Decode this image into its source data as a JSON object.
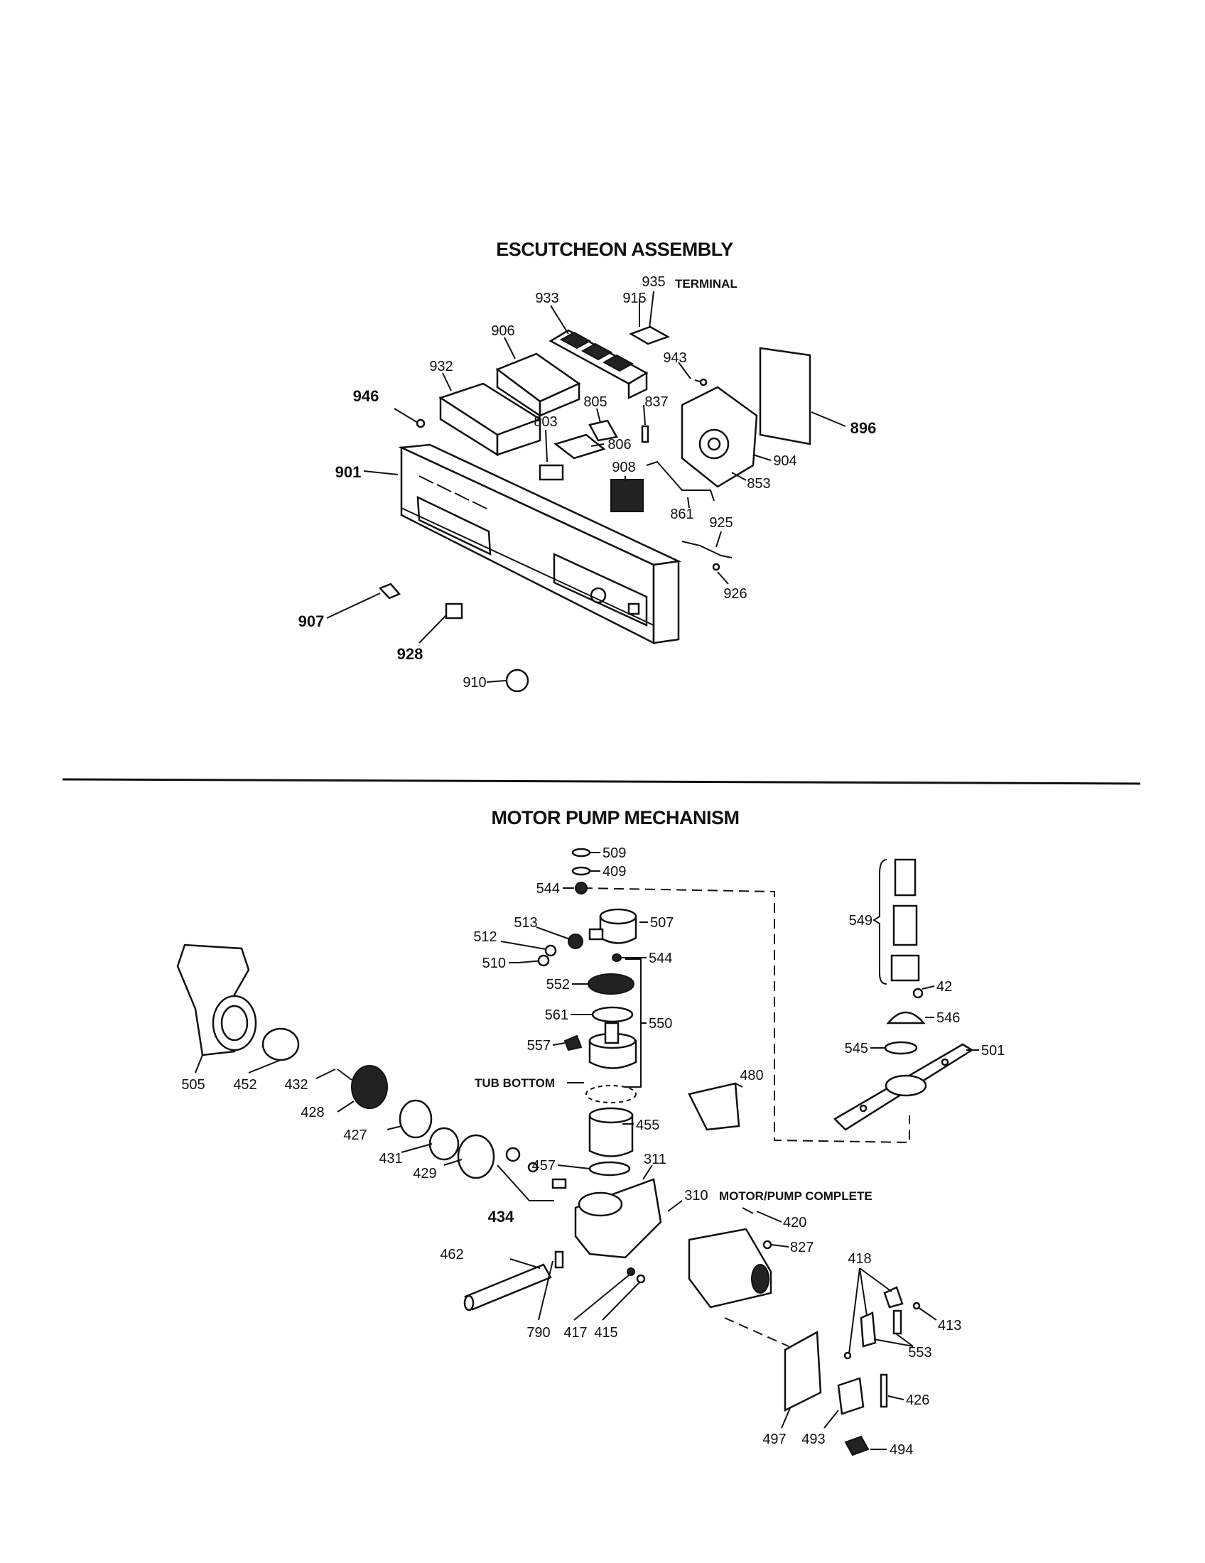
{
  "sections": {
    "escutcheon": {
      "title": "ESCUTCHEON ASSEMBLY",
      "terminal_note": "TERMINAL",
      "labels": {
        "p935": "935",
        "p915": "915",
        "p933": "933",
        "p906": "906",
        "p932": "932",
        "p946": "946",
        "p943": "943",
        "p896": "896",
        "p805": "805",
        "p837": "837",
        "p803": "803",
        "p806": "806",
        "p908": "908",
        "p904": "904",
        "p853": "853",
        "p901": "901",
        "p861": "861",
        "p925": "925",
        "p926": "926",
        "p907": "907",
        "p928": "928",
        "p910": "910"
      }
    },
    "motor_pump": {
      "title": "MOTOR PUMP MECHANISM",
      "tub_bottom_note": "TUB BOTTOM",
      "motor_complete_note": "MOTOR/PUMP COMPLETE",
      "labels": {
        "p509": "509",
        "p409": "409",
        "p544a": "544",
        "p507": "507",
        "p513": "513",
        "p512": "512",
        "p544b": "544",
        "p510": "510",
        "p552": "552",
        "p561": "561",
        "p550": "550",
        "p557": "557",
        "p549": "549",
        "p42": "42",
        "p546": "546",
        "p545": "545",
        "p501": "501",
        "p505": "505",
        "p452": "452",
        "p432": "432",
        "p428": "428",
        "p427": "427",
        "p431": "431",
        "p429": "429",
        "p480": "480",
        "p455": "455",
        "p457": "457",
        "p311": "311",
        "p310": "310",
        "p434": "434",
        "p420": "420",
        "p827": "827",
        "p462": "462",
        "p790": "790",
        "p417": "417",
        "p415": "415",
        "p418": "418",
        "p413": "413",
        "p553": "553",
        "p426": "426",
        "p497": "497",
        "p493": "493",
        "p494": "494"
      }
    }
  }
}
